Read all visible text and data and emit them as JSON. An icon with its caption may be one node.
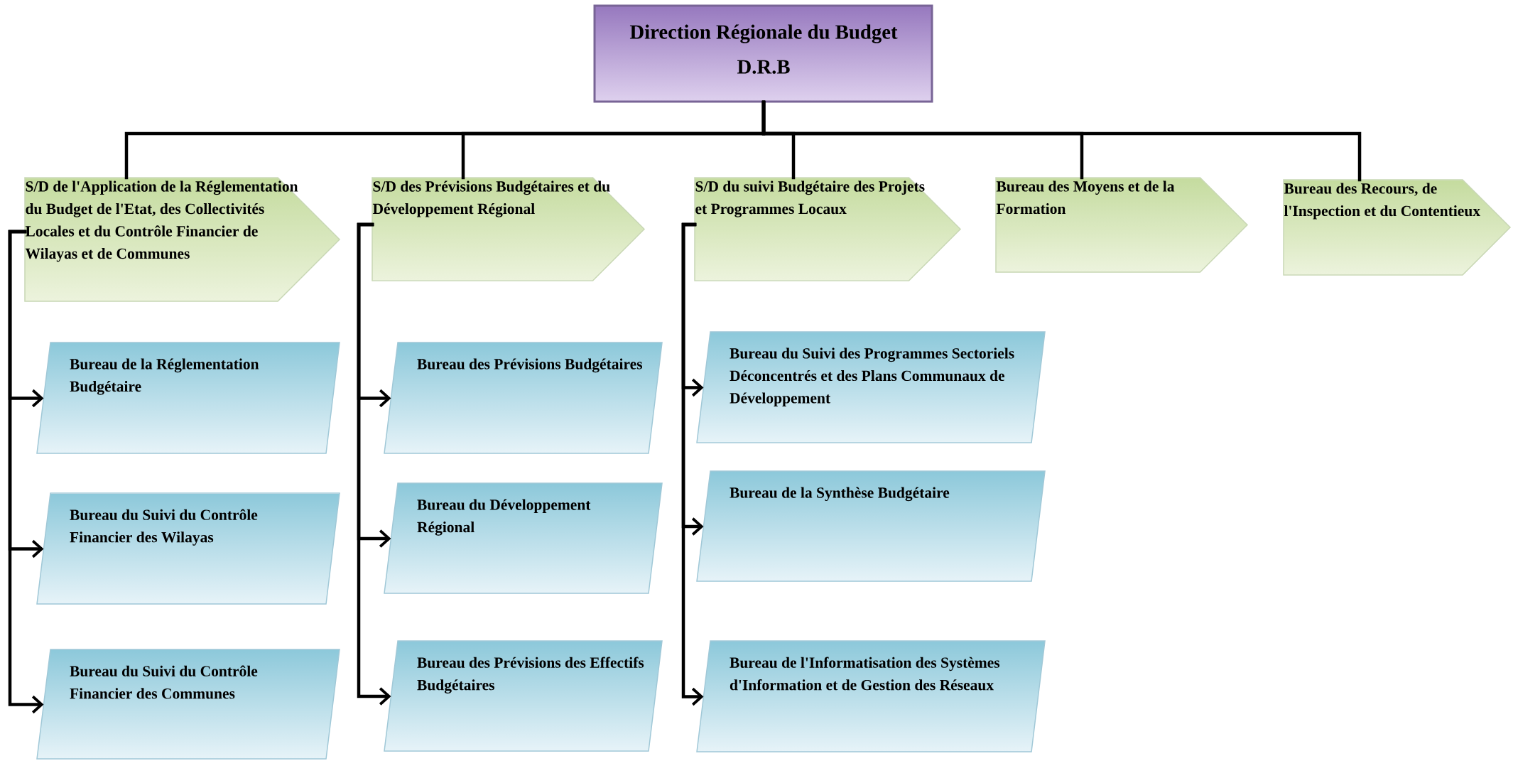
{
  "diagram": {
    "nodes": [
      {
        "text": [
          "Direction Régionale du Budget",
          "D.R.B"
        ]
      },
      {
        "text": [
          "S/D de l'Application de la Réglementation du Budget de l'Etat, des Collectivités Locales et du Contrôle Financier de Wilayas et de Communes"
        ]
      },
      {
        "text": [
          "S/D des Prévisions Budgétaires et du Développement Régional"
        ]
      },
      {
        "text": [
          "S/D du suivi Budgétaire des Projets et Programmes Locaux"
        ]
      },
      {
        "text": [
          "Bureau des Moyens et de la Formation"
        ]
      },
      {
        "text": [
          "Bureau des Recours, de l'Inspection et du Contentieux"
        ]
      },
      {
        "text": [
          "Bureau de la Réglementation Budgétaire"
        ]
      },
      {
        "text": [
          "Bureau du Suivi du Contrôle Financier des Wilayas"
        ]
      },
      {
        "text": [
          "Bureau du Suivi du Contrôle Financier des Communes"
        ]
      },
      {
        "text": [
          "Bureau des Prévisions Budgétaires"
        ]
      },
      {
        "text": [
          "Bureau du Développement Régional"
        ]
      },
      {
        "text": [
          "Bureau des Prévisions des Effectifs Budgétaires"
        ]
      },
      {
        "text": [
          "Bureau du Suivi des Programmes Sectoriels Déconcentrés et des Plans Communaux de Développement"
        ]
      },
      {
        "text": [
          "Bureau de la Synthèse Budgétaire"
        ]
      },
      {
        "text": [
          "Bureau de l'Informatisation des Systèmes d'Information et de Gestion des Réseaux"
        ]
      }
    ],
    "edges": [
      {
        "from": 0,
        "to": 1,
        "arrow": "none"
      },
      {
        "from": 0,
        "to": 2,
        "arrow": "none"
      },
      {
        "from": 0,
        "to": 3,
        "arrow": "none"
      },
      {
        "from": 0,
        "to": 4,
        "arrow": "none"
      },
      {
        "from": 0,
        "to": 5,
        "arrow": "none"
      },
      {
        "from": 1,
        "to": 6,
        "arrow": "to"
      },
      {
        "from": 1,
        "to": 7,
        "arrow": "to"
      },
      {
        "from": 1,
        "to": 8,
        "arrow": "to"
      },
      {
        "from": 2,
        "to": 9,
        "arrow": "to"
      },
      {
        "from": 2,
        "to": 10,
        "arrow": "to"
      },
      {
        "from": 2,
        "to": 11,
        "arrow": "to"
      },
      {
        "from": 3,
        "to": 12,
        "arrow": "to"
      },
      {
        "from": 3,
        "to": 13,
        "arrow": "to"
      },
      {
        "from": 3,
        "to": 14,
        "arrow": "to"
      }
    ]
  }
}
